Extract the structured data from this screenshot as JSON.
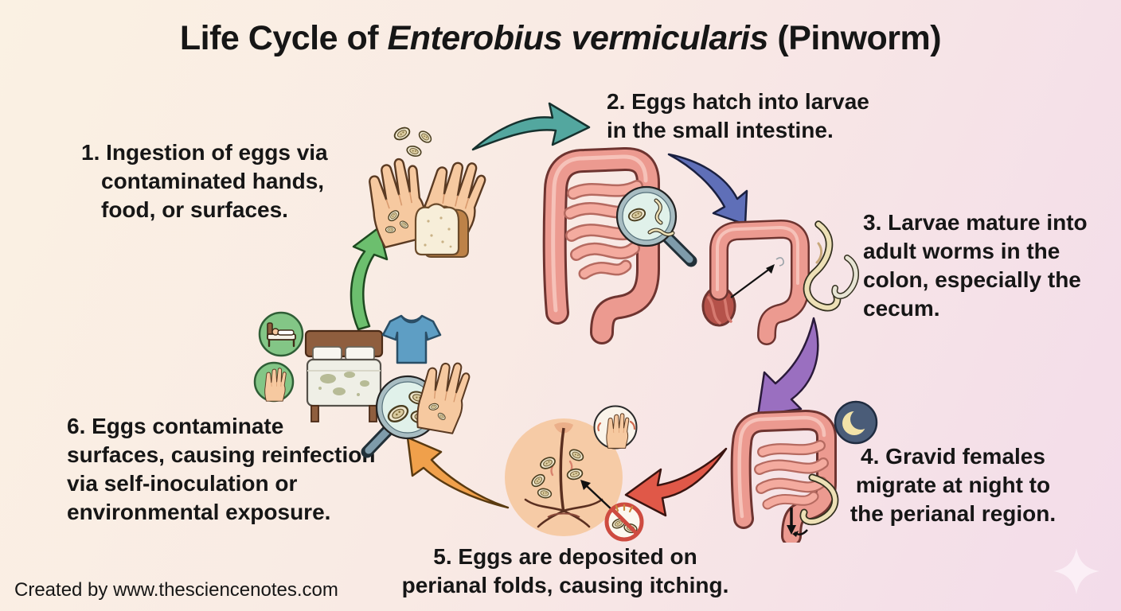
{
  "title": {
    "prefix": "Life Cycle of ",
    "species_italic": "Enterobius vermicularis",
    "suffix": " (Pinworm)"
  },
  "steps": [
    {
      "number": 1,
      "lines": [
        "1. Ingestion of eggs via",
        "contaminated hands,",
        "food, or surfaces."
      ]
    },
    {
      "number": 2,
      "lines": [
        "2. Eggs hatch into larvae",
        "in the small intestine."
      ]
    },
    {
      "number": 3,
      "lines": [
        "3. Larvae mature into",
        "adult worms in the",
        "colon, especially the",
        "cecum."
      ]
    },
    {
      "number": 4,
      "lines": [
        "4. Gravid females",
        "migrate at night to",
        "the perianal region."
      ]
    },
    {
      "number": 5,
      "lines": [
        "5. Eggs are deposited on",
        "perianal folds, causing itching."
      ]
    },
    {
      "number": 6,
      "lines": [
        "6. Eggs contaminate",
        "surfaces, causing reinfection",
        "via self-inoculation or",
        "environmental exposure."
      ]
    }
  ],
  "footer": {
    "credit": "Created by www.thesciencenotes.com"
  },
  "arrows": [
    {
      "name": "arrow-step1-to-step2",
      "color": "#53A79F"
    },
    {
      "name": "arrow-step2-to-step3",
      "color": "#5F6FB8"
    },
    {
      "name": "arrow-step3-to-step4",
      "color": "#9A6FC0"
    },
    {
      "name": "arrow-step4-to-step5",
      "color": "#E05848"
    },
    {
      "name": "arrow-step5-to-step6",
      "color": "#F0A04B"
    },
    {
      "name": "arrow-step6-to-step1",
      "color": "#6CBF6E"
    }
  ],
  "icons": {
    "magnifier_larvae": "magnifying-glass-showing-egg-and-larvae",
    "magnifier_eggs": "magnifying-glass-showing-eggs",
    "moon": "crescent-moon-night",
    "scratching_hand": "scratching-hand",
    "no_scratch": "prohibition-sign-over-eggs",
    "bed_badge": "person-in-bed",
    "hand_badge": "contaminated-hand",
    "sparkle": "four-point-sparkle"
  },
  "palette": {
    "background_start": "#FAF1E3",
    "background_end": "#F3DCEA",
    "text": "#161616",
    "intestine": "#EC9A90",
    "cecum": "#B5524A",
    "skin": "#F6C9A0",
    "egg": "#EFE7CE",
    "worm": "#EDE0B6",
    "bed_frame": "#8F5E3E",
    "tshirt": "#5E9EC4",
    "badge_green": "#83C686"
  }
}
